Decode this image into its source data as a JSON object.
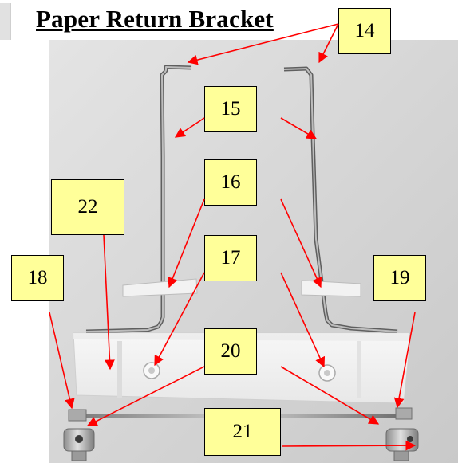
{
  "title": "Paper Return Bracket",
  "callouts": {
    "c14": "14",
    "c15": "15",
    "c16": "16",
    "c17": "17",
    "c18": "18",
    "c19": "19",
    "c20": "20",
    "c21": "21",
    "c22": "22"
  },
  "colors": {
    "callout_fill": "#ffff99",
    "arrow": "#ff0000",
    "title": "#000000"
  }
}
